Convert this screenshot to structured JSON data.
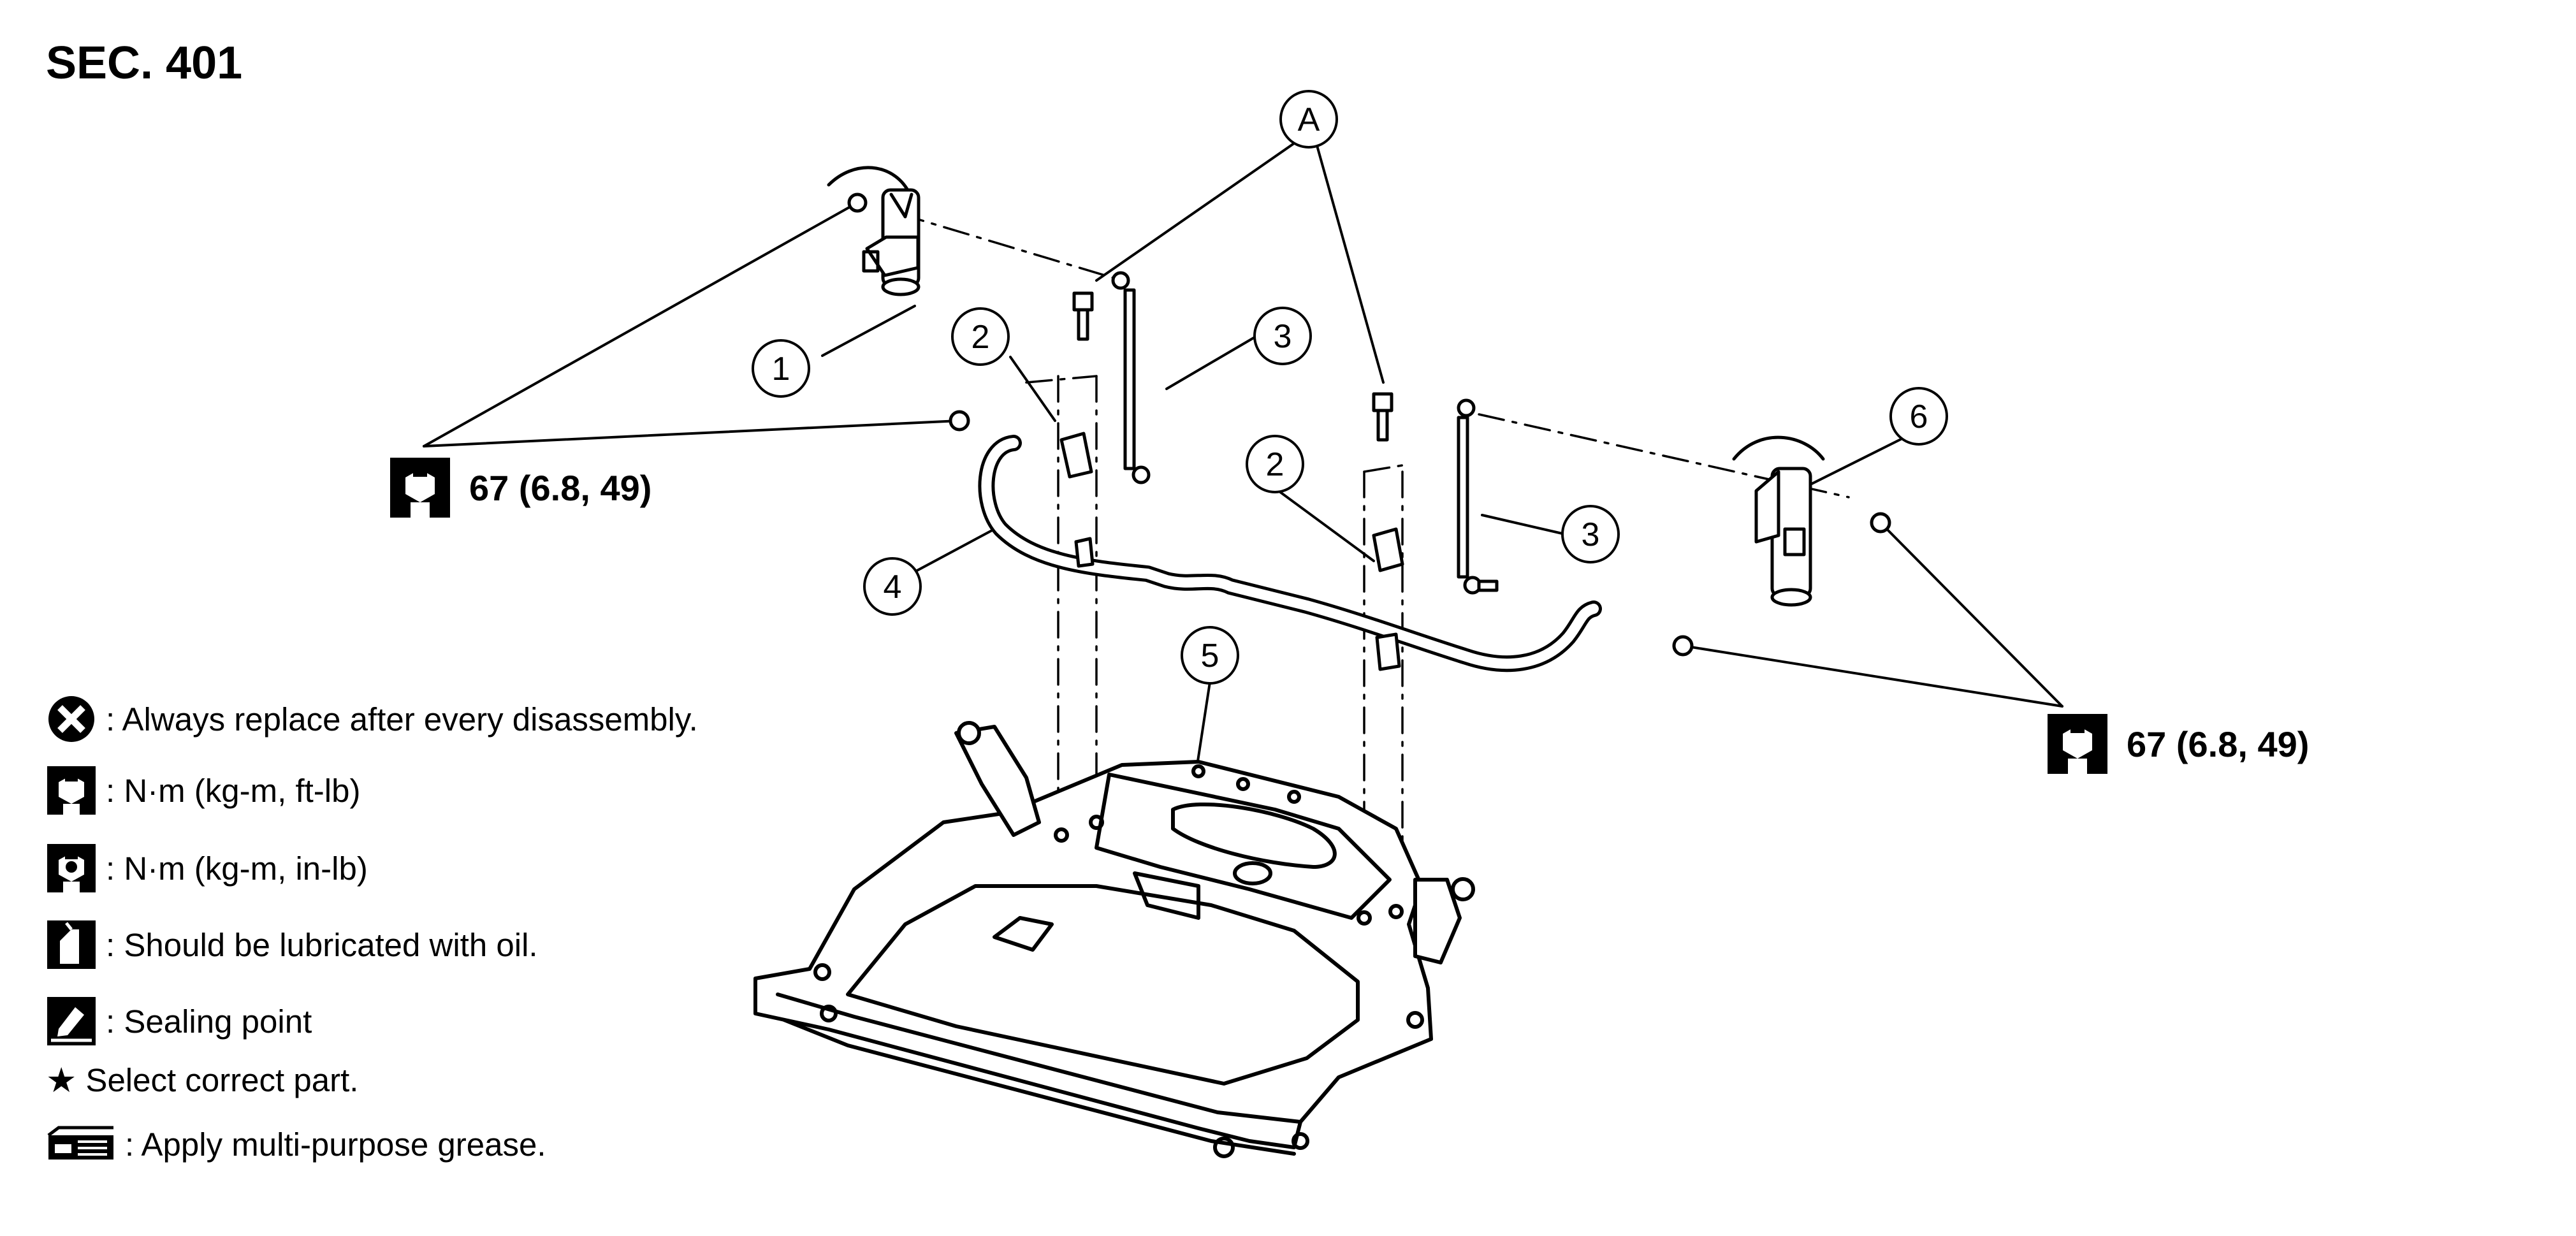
{
  "section": {
    "title": "SEC. 401"
  },
  "callouts": {
    "A": "A",
    "c1": "1",
    "c2a": "2",
    "c2b": "2",
    "c3a": "3",
    "c3b": "3",
    "c4": "4",
    "c5": "5",
    "c6": "6"
  },
  "torque": {
    "left": "67 (6.8, 49)",
    "right": "67 (6.8, 49)"
  },
  "legend": {
    "items": [
      {
        "icon": "replace-icon",
        "text": ": Always replace after every disassembly."
      },
      {
        "icon": "torque-ftlb-icon",
        "text": ": N·m (kg-m, ft-lb)"
      },
      {
        "icon": "torque-inlb-icon",
        "text": ": N·m (kg-m, in-lb)"
      },
      {
        "icon": "oil-can-icon",
        "text": ": Should be lubricated with oil."
      },
      {
        "icon": "sealing-icon",
        "text": ": Sealing point"
      },
      {
        "icon": "star-icon",
        "text": "Select correct part."
      },
      {
        "icon": "grease-icon",
        "text": ": Apply multi-purpose grease."
      }
    ]
  }
}
